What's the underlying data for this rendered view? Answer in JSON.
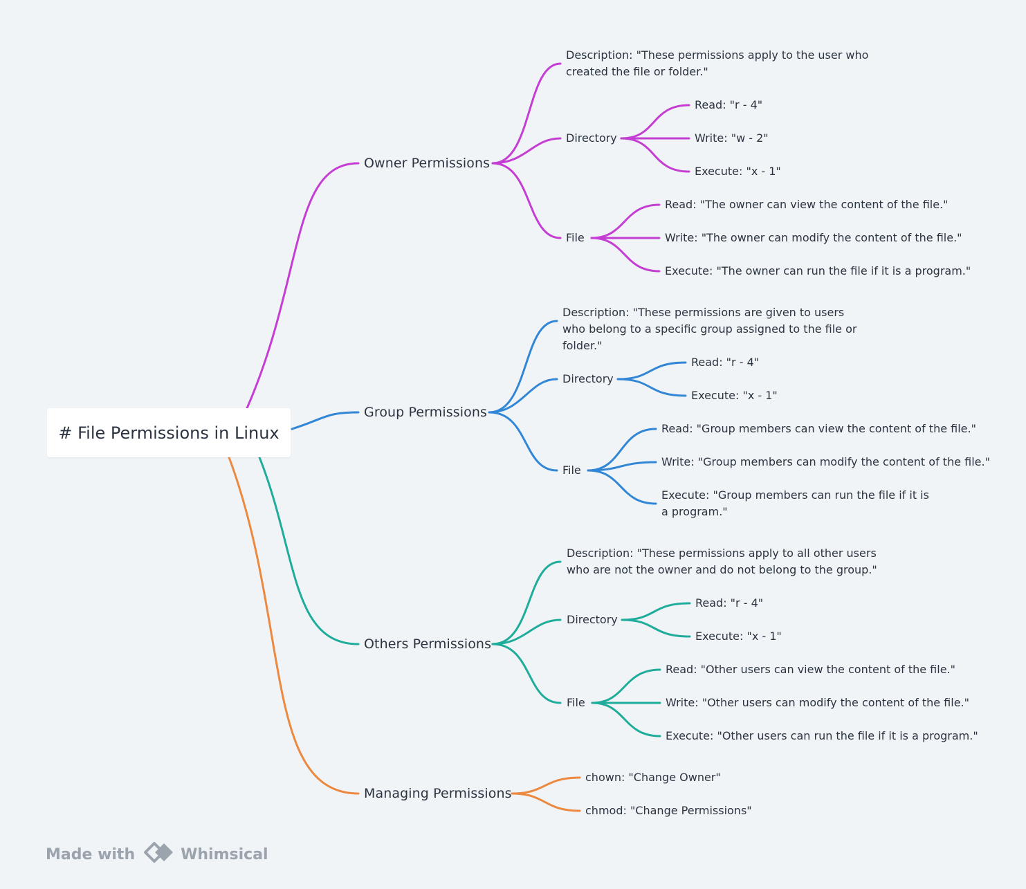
{
  "root": {
    "label": "# File Permissions in Linux"
  },
  "branches": [
    {
      "key": "owner",
      "color": "#c43ed3",
      "label": "Owner Permissions",
      "description": "Description: \"These permissions apply to the user who created the file or folder.\"",
      "directory": {
        "label": "Directory",
        "items": [
          "Read: \"r - 4\"",
          "Write: \"w - 2\"",
          "Execute: \"x - 1\""
        ]
      },
      "file": {
        "label": "File",
        "items": [
          "Read: \"The owner can view the content of the file.\"",
          "Write: \"The owner can modify the content of the file.\"",
          "Execute: \"The owner can run the file if it is a program.\""
        ]
      }
    },
    {
      "key": "group",
      "color": "#3186d6",
      "label": "Group Permissions",
      "description": "Description: \"These permissions are given to users who belong to a specific group assigned to the file or folder.\"",
      "directory": {
        "label": "Directory",
        "items": [
          "Read: \"r - 4\"",
          "Execute: \"x - 1\""
        ]
      },
      "file": {
        "label": "File",
        "items": [
          "Read: \"Group members can view the content of the file.\"",
          "Write: \"Group members can modify the content of the file.\"",
          "Execute: \"Group members can run the file if it is a program.\""
        ]
      }
    },
    {
      "key": "others",
      "color": "#1fac9a",
      "label": "Others Permissions",
      "description": "Description: \"These permissions apply to all other users who are not the owner and do not belong to the group.\"",
      "directory": {
        "label": "Directory",
        "items": [
          "Read: \"r - 4\"",
          "Execute: \"x - 1\""
        ]
      },
      "file": {
        "label": "File",
        "items": [
          "Read: \"Other users can view the content of the file.\"",
          "Write: \"Other users can modify the content of the file.\"",
          "Execute: \"Other users can run the file if it is a program.\""
        ]
      }
    },
    {
      "key": "managing",
      "color": "#ec8940",
      "label": "Managing Permissions",
      "commands": [
        "chown: \"Change Owner\"",
        "chmod: \"Change Permissions\""
      ]
    }
  ],
  "brand": {
    "prefix": "Made with",
    "name": "Whimsical",
    "color": "#9ba3ad",
    "icon": "whimsical-logo-icon"
  }
}
